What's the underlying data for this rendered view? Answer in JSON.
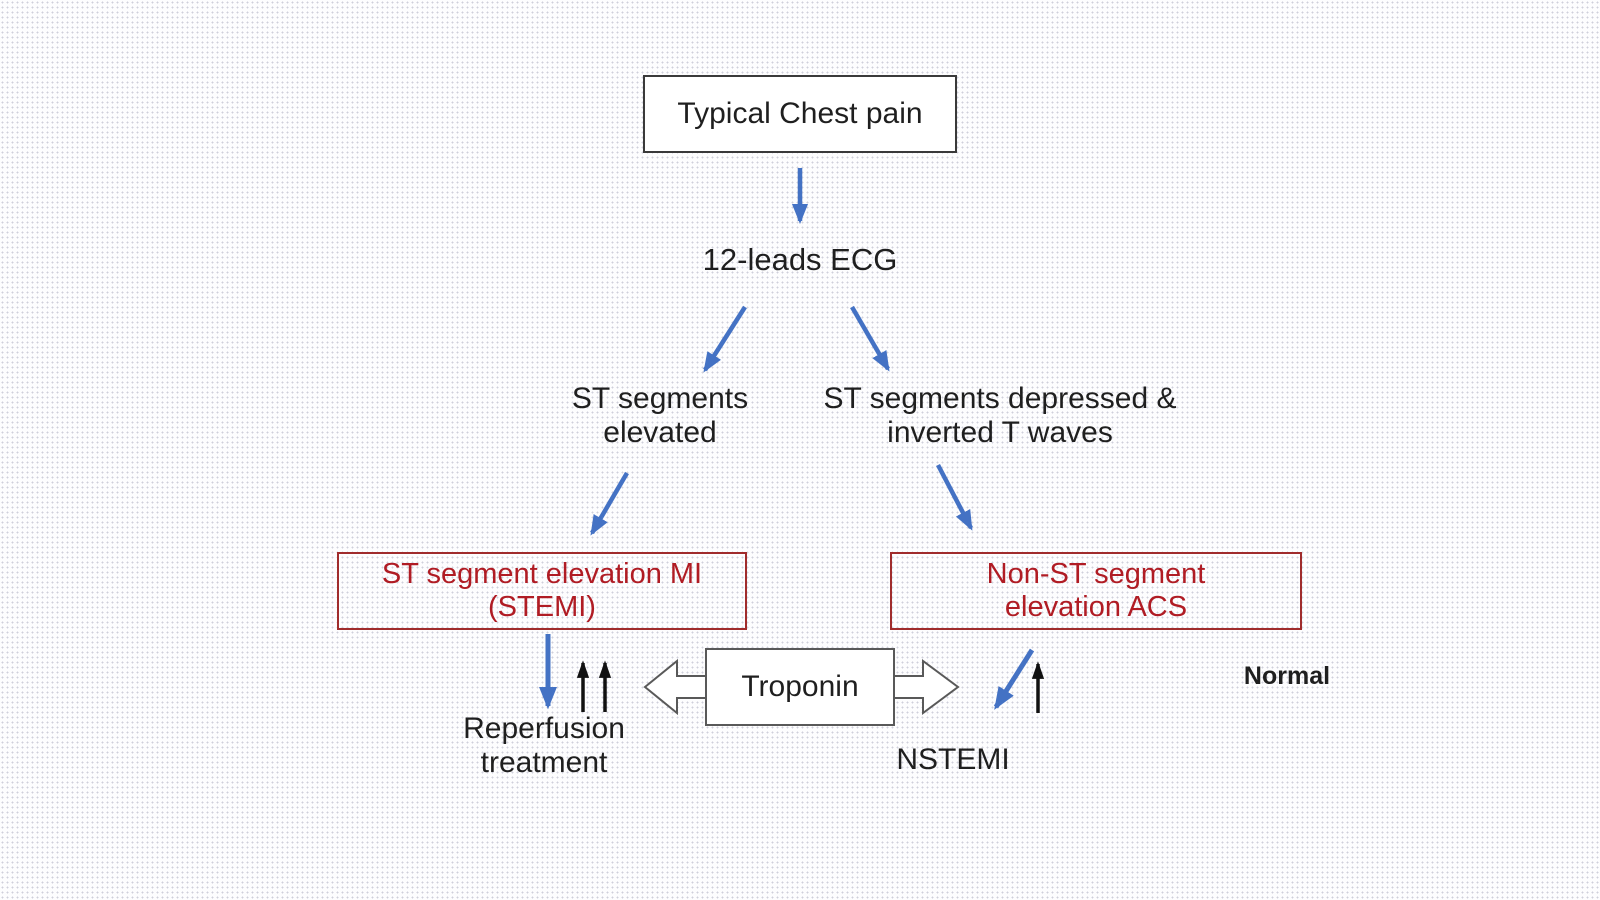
{
  "diagram": {
    "title_box": "Typical Chest pain",
    "ecg_label": "12-leads ECG",
    "left_branch": {
      "finding": "ST segments\nelevated",
      "diagnosis": "ST segment elevation MI\n(STEMI)",
      "treatment": "Reperfusion\ntreatment"
    },
    "right_branch": {
      "finding": "ST segments depressed &\ninverted T waves",
      "diagnosis": "Non-ST segment\nelevation ACS",
      "outcome_troponin_elevated": "NSTEMI",
      "outcome_troponin_normal": "Normal"
    },
    "troponin_label": "Troponin"
  },
  "icons": {
    "blue_flow_arrow": "↓ directional connector",
    "black_up_arrow": "↑ troponin elevated",
    "troponin_left_block_arrow": "⇦",
    "troponin_right_block_arrow": "⇨"
  },
  "colors": {
    "arrow_blue": "#4472C4",
    "red_text": "#B01C24",
    "red_border": "#A02C2C",
    "dark_box_border": "#3A3A3A",
    "troponin_border": "#595959",
    "black_arrow": "#111111",
    "background": "#FDFDFE",
    "background_dots": "#CFCFDB",
    "text": "#1F1F1F"
  }
}
